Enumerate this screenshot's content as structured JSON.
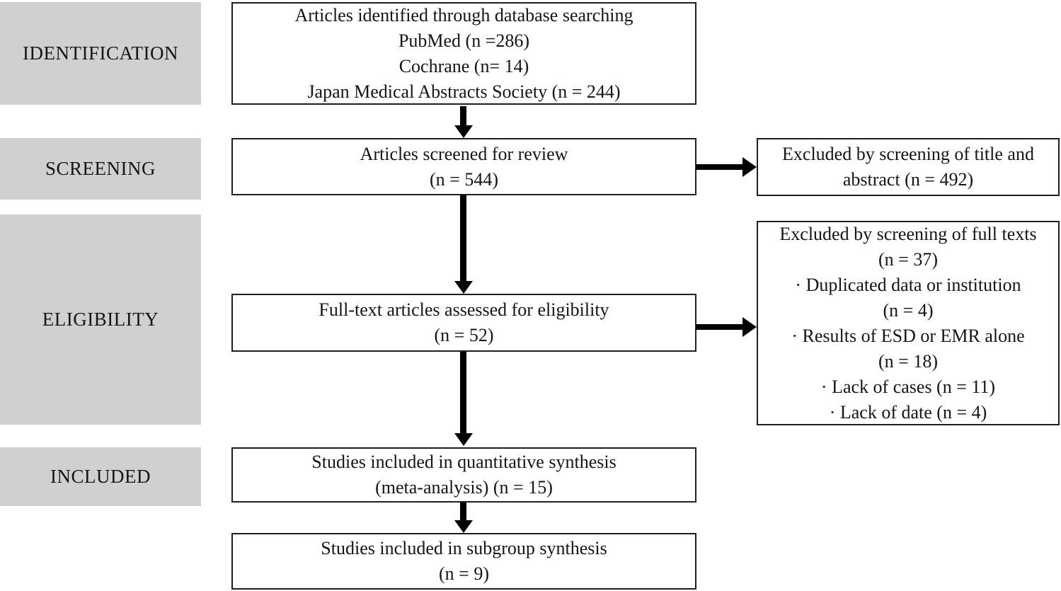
{
  "diagram": {
    "type": "prisma-flowchart",
    "colors": {
      "stage_background": "#d0d0d0",
      "box_border": "#1f1f1f",
      "arrow": "#000000",
      "background": "#ffffff",
      "text": "#151515"
    },
    "stages": [
      {
        "label": "IDENTIFICATION"
      },
      {
        "label": "SCREENING"
      },
      {
        "label": "ELIGIBILITY"
      },
      {
        "label": "INCLUDED"
      }
    ],
    "flow_boxes": [
      {
        "name": "identified",
        "lines": [
          "Articles identified through database searching",
          "PubMed (n =286)",
          "Cochrane (n= 14)",
          "Japan Medical Abstracts Society (n = 244)"
        ]
      },
      {
        "name": "screened",
        "lines": [
          "Articles screened for review",
          "(n = 544)"
        ]
      },
      {
        "name": "fulltext_assessed",
        "lines": [
          "Full-text articles assessed for eligibility",
          "(n = 52)"
        ]
      },
      {
        "name": "quantitative_synthesis",
        "lines": [
          "Studies included in quantitative synthesis",
          "(meta-analysis) (n = 15)"
        ]
      },
      {
        "name": "subgroup_synthesis",
        "lines": [
          "Studies included in subgroup synthesis",
          "(n = 9)"
        ]
      }
    ],
    "exclusion_boxes": [
      {
        "name": "excluded_title_abstract",
        "lines": [
          "Excluded by screening of title and",
          "abstract (n = 492)"
        ]
      },
      {
        "name": "excluded_fulltext",
        "lines": [
          "Excluded by screening of full texts",
          "(n = 37)",
          "· Duplicated data or institution",
          "(n = 4)",
          "· Results of ESD or EMR alone",
          "(n = 18)",
          "· Lack of cases (n = 11)",
          "· Lack of date (n = 4)"
        ]
      }
    ]
  }
}
